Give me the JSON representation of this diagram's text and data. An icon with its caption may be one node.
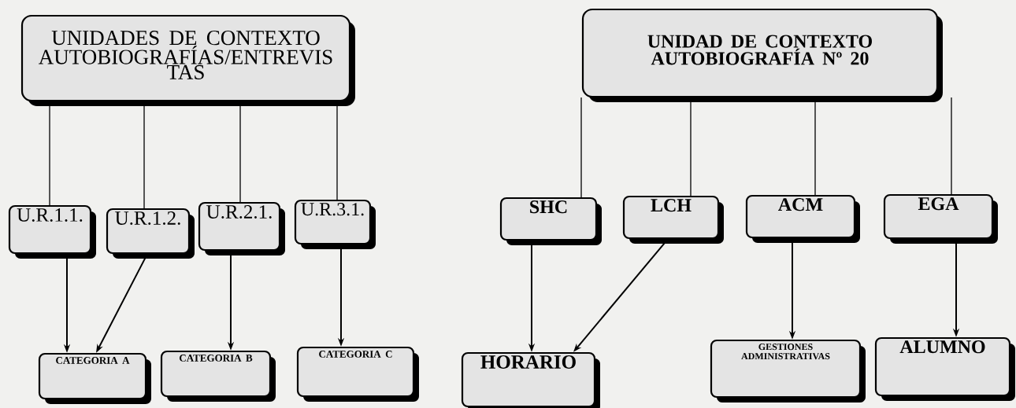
{
  "diagram": {
    "nodes": [
      {
        "text": [
          "UNIDADES DE CONTEXTO AUTOBIOGRAFÍAS/ENTREVIS TAS"
        ]
      },
      {
        "text": [
          "UNIDAD DE CONTEXTO AUTOBIOGRAFÍA Nº 20"
        ]
      },
      {
        "text": [
          "U.R.1.1."
        ]
      },
      {
        "text": [
          "U.R.1.2."
        ]
      },
      {
        "text": [
          "U.R.2.1."
        ]
      },
      {
        "text": [
          "U.R.3.1."
        ]
      },
      {
        "text": [
          "SHC"
        ]
      },
      {
        "text": [
          "LCH"
        ]
      },
      {
        "text": [
          "ACM"
        ]
      },
      {
        "text": [
          "EGA"
        ]
      },
      {
        "text": [
          "CATEGORIA A"
        ]
      },
      {
        "text": [
          "CATEGORIA B"
        ]
      },
      {
        "text": [
          "CATEGORIA C"
        ]
      },
      {
        "text": [
          "HORARIO"
        ]
      },
      {
        "text": [
          "GESTIONES ADMINISTRATIVAS"
        ]
      },
      {
        "text": [
          "ALUMNO"
        ]
      }
    ],
    "edges": [
      {
        "from": 0,
        "to": 2,
        "arrow": "none"
      },
      {
        "from": 0,
        "to": 3,
        "arrow": "none"
      },
      {
        "from": 0,
        "to": 4,
        "arrow": "none"
      },
      {
        "from": 0,
        "to": 5,
        "arrow": "none"
      },
      {
        "from": 1,
        "to": 6,
        "arrow": "none"
      },
      {
        "from": 1,
        "to": 7,
        "arrow": "none"
      },
      {
        "from": 1,
        "to": 8,
        "arrow": "none"
      },
      {
        "from": 1,
        "to": 9,
        "arrow": "none"
      },
      {
        "from": 2,
        "to": 10,
        "arrow": "to"
      },
      {
        "from": 3,
        "to": 10,
        "arrow": "to"
      },
      {
        "from": 4,
        "to": 11,
        "arrow": "to"
      },
      {
        "from": 5,
        "to": 12,
        "arrow": "to"
      },
      {
        "from": 6,
        "to": 13,
        "arrow": "to"
      },
      {
        "from": 7,
        "to": 13,
        "arrow": "to"
      },
      {
        "from": 8,
        "to": 14,
        "arrow": "to"
      },
      {
        "from": 9,
        "to": 15,
        "arrow": "to"
      }
    ]
  }
}
